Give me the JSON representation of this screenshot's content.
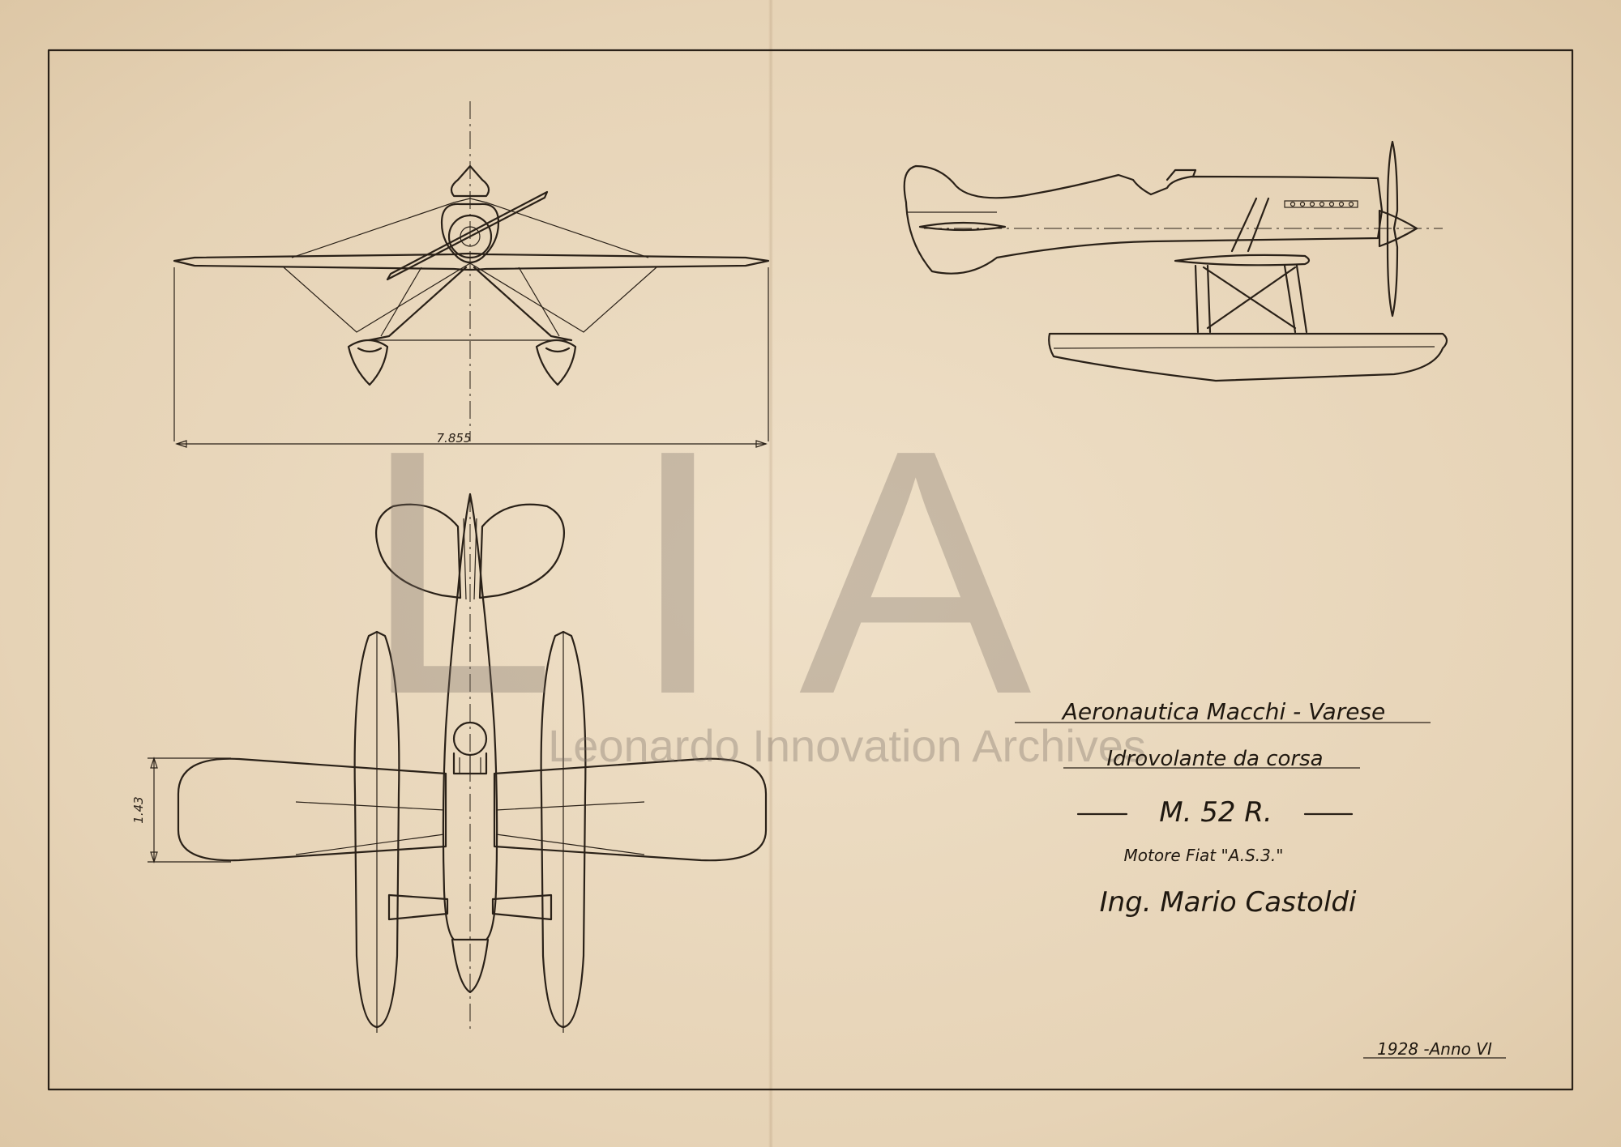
{
  "dimensions": {
    "span": "7.855",
    "chord": "1.43"
  },
  "title_block": {
    "company": "Aeronautica Macchi - Varese",
    "description": "Idrovolante da corsa",
    "model": "M. 52 R.",
    "engine": "Motore Fiat \"A.S.3.\"",
    "signature": "Ing. Mario Castoldi",
    "date": "1928 -Anno VI"
  },
  "watermark": {
    "logo_letters": "LIA",
    "caption": "Leonardo Innovation Archives"
  },
  "colors": {
    "paper": "#e9d8bf",
    "ink": "#2a2118",
    "watermark": "#786e64"
  }
}
